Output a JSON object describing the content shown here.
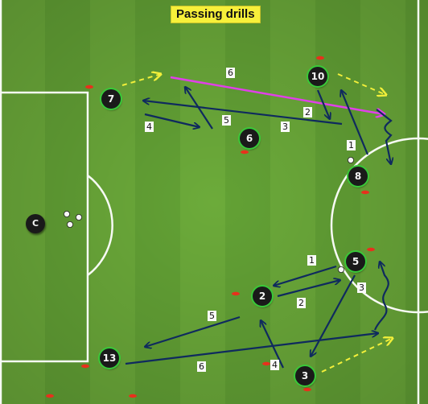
{
  "title": "Passing drills",
  "coach_label": "C",
  "players": [
    {
      "id": "p7",
      "number": "7"
    },
    {
      "id": "p10",
      "number": "10"
    },
    {
      "id": "p6",
      "number": "6"
    },
    {
      "id": "p8",
      "number": "8"
    },
    {
      "id": "p5",
      "number": "5"
    },
    {
      "id": "p2",
      "number": "2"
    },
    {
      "id": "p13",
      "number": "13"
    },
    {
      "id": "p3",
      "number": "3"
    }
  ],
  "pass_labels": [
    "6",
    "2",
    "4",
    "5",
    "3",
    "1",
    "1",
    "2",
    "3",
    "5",
    "6",
    "4"
  ],
  "colors": {
    "pass_arrow": "#0f2a5e",
    "run_arrow": "#f2ef3a",
    "long_pass": "#e040e8",
    "pitch_light": "#6cab3a",
    "pitch_dark": "#5c9a31",
    "cone": "#e8301c",
    "lines": "#ffffff"
  }
}
